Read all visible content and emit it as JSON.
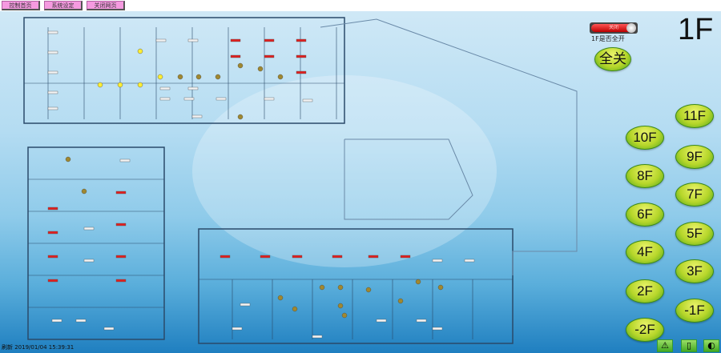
{
  "nav": {
    "home": "控制首页",
    "settings": "系统设定",
    "close": "关闭网页"
  },
  "current_floor": "1F",
  "all_on_toggle": {
    "state_label": "关闭",
    "caption": "1F是否全开"
  },
  "all_off_button": "全关",
  "floors_left": [
    "10F",
    "8F",
    "6F",
    "4F",
    "2F",
    "-2F"
  ],
  "floors_right": [
    "11F",
    "9F",
    "7F",
    "5F",
    "3F",
    "-1F"
  ],
  "status": "刷新 2019/01/04 15:39:31",
  "tray_icons": [
    "warning-icon",
    "document-icon",
    "speaker-icon"
  ],
  "colors": {
    "nav_button": "#f59ae0",
    "toggle_off": "#dd2222",
    "floor_button": "#b6d62a"
  }
}
